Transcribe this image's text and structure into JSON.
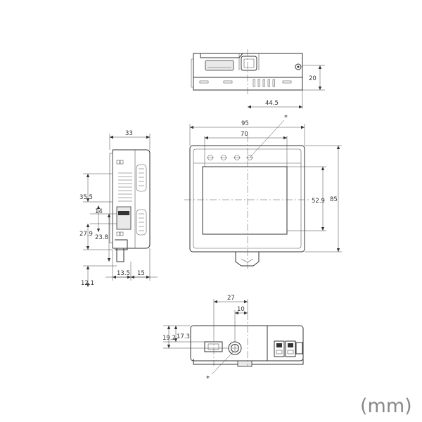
{
  "units": "(mm)",
  "marker": "*",
  "top_view": {
    "height": "20",
    "offset": "44.5"
  },
  "front_view": {
    "width": "95",
    "screen_width": "70",
    "screen_height": "52.9",
    "height": "85"
  },
  "side_view": {
    "depth": "33",
    "v1": "35.5",
    "v2": "14",
    "v3": "27.9",
    "v4": "23.8",
    "v5": "12.1",
    "h1": "13.5",
    "h2": "15"
  },
  "bottom_view": {
    "w1": "27",
    "w2": "10",
    "h1": "19.2",
    "h2": "17.3"
  }
}
